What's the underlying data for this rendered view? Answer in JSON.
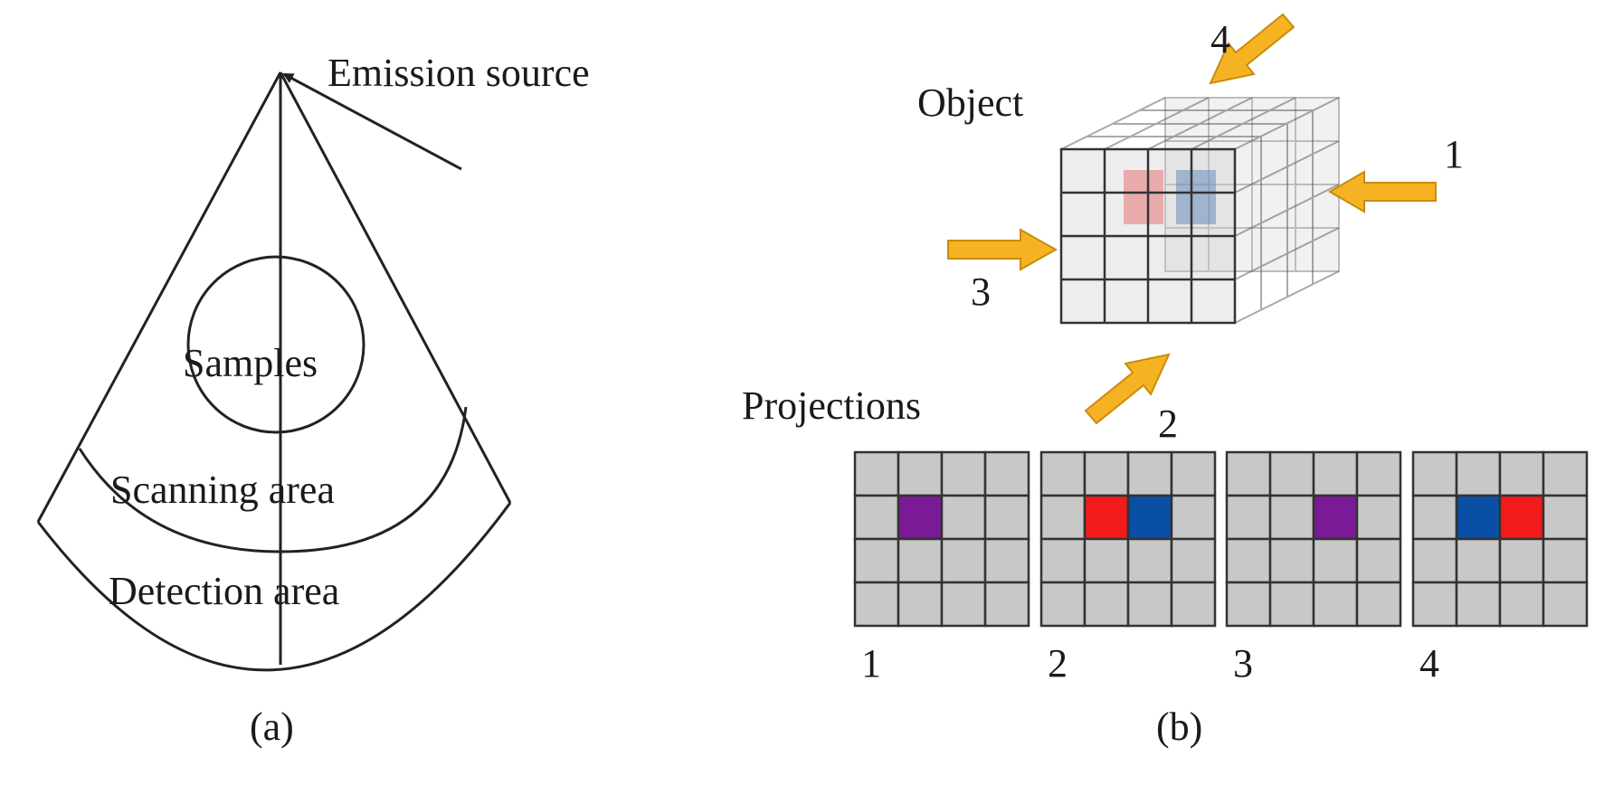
{
  "panel_a": {
    "emission_label": "Emission source",
    "samples_label": "Samples",
    "scanning_label": "Scanning area",
    "detection_label": "Detection area",
    "caption": "(a)"
  },
  "panel_b": {
    "object_label": "Object",
    "projections_label": "Projections",
    "arrow_labels": [
      "1",
      "2",
      "3",
      "4"
    ],
    "projection_labels": [
      "1",
      "2",
      "3",
      "4"
    ],
    "caption": "(b)",
    "colors": {
      "arrow": "#f5b324",
      "cell_gray": "#c8c8c8",
      "purple": "#7a1a96",
      "red": "#f21b1b",
      "blue": "#0a4fa6"
    },
    "projections": [
      {
        "highlighted": [
          {
            "row": 2,
            "col": 2,
            "color": "purple"
          }
        ]
      },
      {
        "highlighted": [
          {
            "row": 2,
            "col": 2,
            "color": "red"
          },
          {
            "row": 2,
            "col": 3,
            "color": "blue"
          }
        ]
      },
      {
        "highlighted": [
          {
            "row": 2,
            "col": 3,
            "color": "purple"
          }
        ]
      },
      {
        "highlighted": [
          {
            "row": 2,
            "col": 2,
            "color": "blue"
          },
          {
            "row": 2,
            "col": 3,
            "color": "red"
          }
        ]
      }
    ]
  }
}
